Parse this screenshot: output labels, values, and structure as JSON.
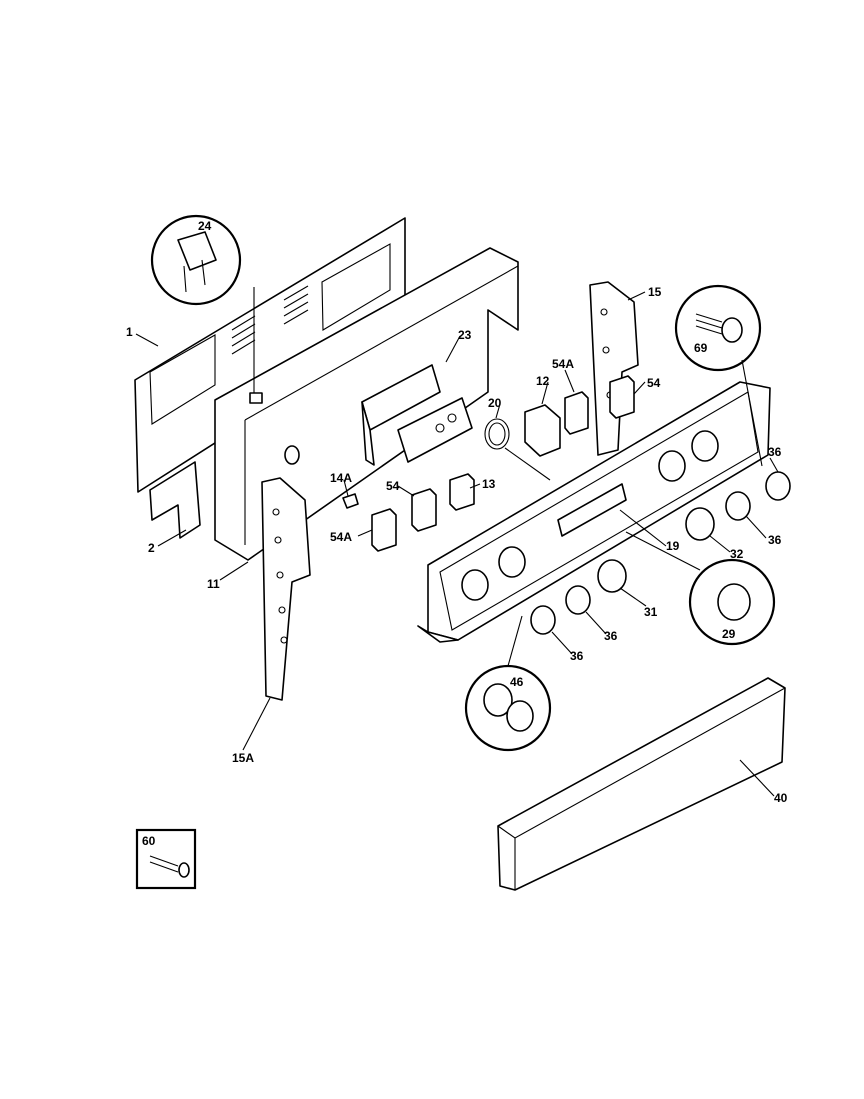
{
  "parts": [
    {
      "id": "p1",
      "label": "1"
    },
    {
      "id": "p2",
      "label": "2"
    },
    {
      "id": "p11",
      "label": "11"
    },
    {
      "id": "p12",
      "label": "12"
    },
    {
      "id": "p13",
      "label": "13"
    },
    {
      "id": "p14a",
      "label": "14A"
    },
    {
      "id": "p15",
      "label": "15"
    },
    {
      "id": "p15a",
      "label": "15A"
    },
    {
      "id": "p19",
      "label": "19"
    },
    {
      "id": "p20",
      "label": "20"
    },
    {
      "id": "p23",
      "label": "23"
    },
    {
      "id": "p24",
      "label": "24"
    },
    {
      "id": "p29",
      "label": "29"
    },
    {
      "id": "p31",
      "label": "31"
    },
    {
      "id": "p32",
      "label": "32"
    },
    {
      "id": "p36a",
      "label": "36"
    },
    {
      "id": "p36b",
      "label": "36"
    },
    {
      "id": "p36c",
      "label": "36"
    },
    {
      "id": "p36d",
      "label": "36"
    },
    {
      "id": "p40",
      "label": "40"
    },
    {
      "id": "p46",
      "label": "46"
    },
    {
      "id": "p54a",
      "label": "54"
    },
    {
      "id": "p54b",
      "label": "54"
    },
    {
      "id": "p54A1",
      "label": "54A"
    },
    {
      "id": "p54A2",
      "label": "54A"
    },
    {
      "id": "p60",
      "label": "60"
    },
    {
      "id": "p69",
      "label": "69"
    }
  ]
}
